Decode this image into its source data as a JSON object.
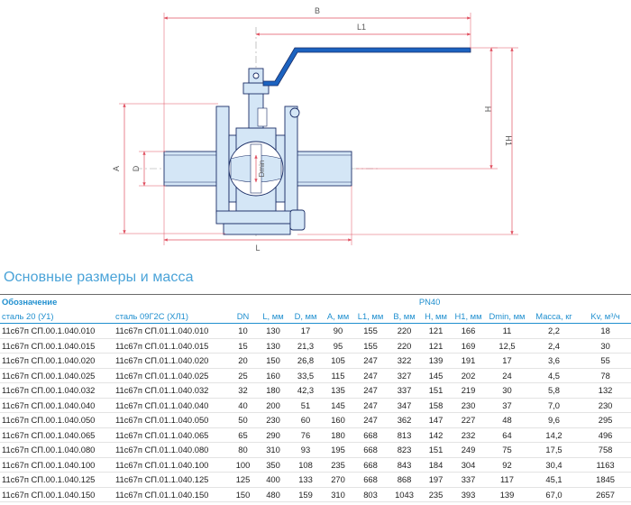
{
  "drawing": {
    "dim_labels": {
      "B": "B",
      "L1": "L1",
      "H": "H",
      "H1": "H1",
      "A": "A",
      "D": "D",
      "Dmin": "Dmin",
      "L": "L"
    },
    "colors": {
      "outline": "#1a2d66",
      "fill": "#d4e6f6",
      "handle": "#1c63c0",
      "dimension": "#e05060",
      "center": "#a0a0a0"
    }
  },
  "section_title": "Основные размеры и масса",
  "table": {
    "header1": {
      "designation": "Обозначение",
      "pn": "PN40"
    },
    "header2": {
      "steel20": "сталь 20 (У1)",
      "steel09": "сталь 09Г2С (ХЛ1)",
      "dn": "DN",
      "L": "L, мм",
      "D": "D, мм",
      "A": "А, мм",
      "L1": "L1, мм",
      "B": "B, мм",
      "H": "H, мм",
      "H1": "H1, мм",
      "Dmin": "Dmin, мм",
      "mass": "Масса, кг",
      "kv": "Kv, м³/ч"
    },
    "rows": [
      {
        "c1": "11с67п СП.00.1.040.010",
        "c2": "11с67п СП.01.1.040.010",
        "dn": "10",
        "L": "130",
        "D": "17",
        "A": "90",
        "L1": "155",
        "B": "220",
        "H": "121",
        "H1": "166",
        "Dmin": "11",
        "mass": "2,2",
        "kv": "18"
      },
      {
        "c1": "11с67п СП.00.1.040.015",
        "c2": "11с67п СП.01.1.040.015",
        "dn": "15",
        "L": "130",
        "D": "21,3",
        "A": "95",
        "L1": "155",
        "B": "220",
        "H": "121",
        "H1": "169",
        "Dmin": "12,5",
        "mass": "2,4",
        "kv": "30"
      },
      {
        "c1": "11с67п СП.00.1.040.020",
        "c2": "11с67п СП.01.1.040.020",
        "dn": "20",
        "L": "150",
        "D": "26,8",
        "A": "105",
        "L1": "247",
        "B": "322",
        "H": "139",
        "H1": "191",
        "Dmin": "17",
        "mass": "3,6",
        "kv": "55"
      },
      {
        "c1": "11с67п СП.00.1.040.025",
        "c2": "11с67п СП.01.1.040.025",
        "dn": "25",
        "L": "160",
        "D": "33,5",
        "A": "115",
        "L1": "247",
        "B": "327",
        "H": "145",
        "H1": "202",
        "Dmin": "24",
        "mass": "4,5",
        "kv": "78"
      },
      {
        "c1": "11с67п СП.00.1.040.032",
        "c2": "11с67п СП.01.1.040.032",
        "dn": "32",
        "L": "180",
        "D": "42,3",
        "A": "135",
        "L1": "247",
        "B": "337",
        "H": "151",
        "H1": "219",
        "Dmin": "30",
        "mass": "5,8",
        "kv": "132"
      },
      {
        "c1": "11с67п СП.00.1.040.040",
        "c2": "11с67п СП.01.1.040.040",
        "dn": "40",
        "L": "200",
        "D": "51",
        "A": "145",
        "L1": "247",
        "B": "347",
        "H": "158",
        "H1": "230",
        "Dmin": "37",
        "mass": "7,0",
        "kv": "230"
      },
      {
        "c1": "11с67п СП.00.1.040.050",
        "c2": "11с67п СП.01.1.040.050",
        "dn": "50",
        "L": "230",
        "D": "60",
        "A": "160",
        "L1": "247",
        "B": "362",
        "H": "147",
        "H1": "227",
        "Dmin": "48",
        "mass": "9,6",
        "kv": "295"
      },
      {
        "c1": "11с67п СП.00.1.040.065",
        "c2": "11с67п СП.01.1.040.065",
        "dn": "65",
        "L": "290",
        "D": "76",
        "A": "180",
        "L1": "668",
        "B": "813",
        "H": "142",
        "H1": "232",
        "Dmin": "64",
        "mass": "14,2",
        "kv": "496"
      },
      {
        "c1": "11с67п СП.00.1.040.080",
        "c2": "11с67п СП.01.1.040.080",
        "dn": "80",
        "L": "310",
        "D": "93",
        "A": "195",
        "L1": "668",
        "B": "823",
        "H": "151",
        "H1": "249",
        "Dmin": "75",
        "mass": "17,5",
        "kv": "758"
      },
      {
        "c1": "11с67п СП.00.1.040.100",
        "c2": "11с67п СП.01.1.040.100",
        "dn": "100",
        "L": "350",
        "D": "108",
        "A": "235",
        "L1": "668",
        "B": "843",
        "H": "184",
        "H1": "304",
        "Dmin": "92",
        "mass": "30,4",
        "kv": "1163"
      },
      {
        "c1": "11с67п СП.00.1.040.125",
        "c2": "11с67п СП.01.1.040.125",
        "dn": "125",
        "L": "400",
        "D": "133",
        "A": "270",
        "L1": "668",
        "B": "868",
        "H": "197",
        "H1": "337",
        "Dmin": "117",
        "mass": "45,1",
        "kv": "1845"
      },
      {
        "c1": "11с67п СП.00.1.040.150",
        "c2": "11с67п СП.01.1.040.150",
        "dn": "150",
        "L": "480",
        "D": "159",
        "A": "310",
        "L1": "803",
        "B": "1043",
        "H": "235",
        "H1": "393",
        "Dmin": "139",
        "mass": "67,0",
        "kv": "2657"
      }
    ]
  }
}
